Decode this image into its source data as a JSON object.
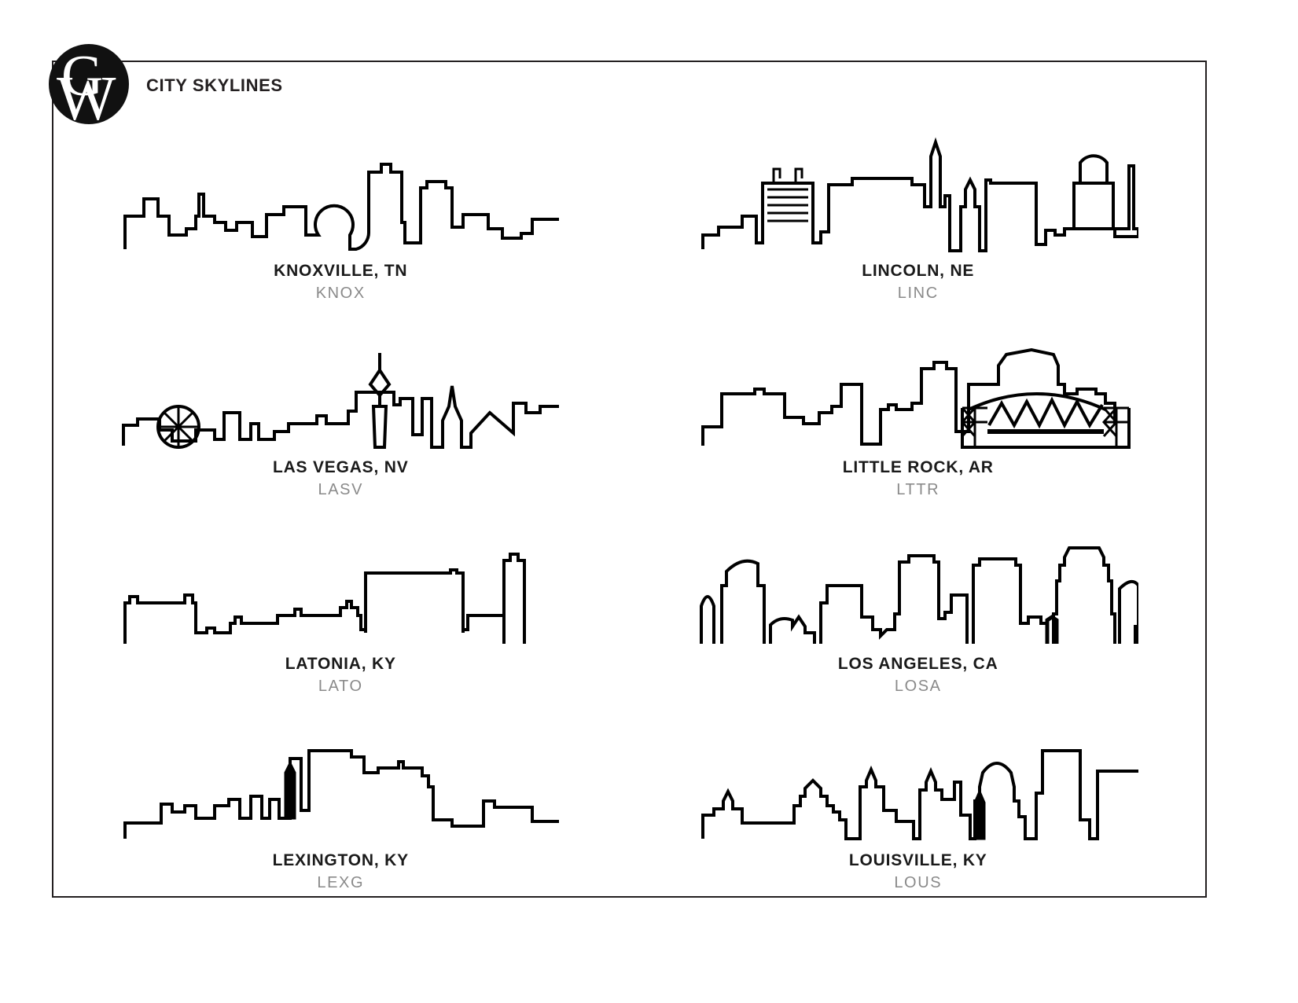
{
  "document": {
    "title": "CITY SKYLINES",
    "logo_text": "GW",
    "logo_letter_primary": "G",
    "logo_letter_secondary": "W",
    "frame_color": "#231f20",
    "background_color": "#ffffff",
    "line_color": "#000000",
    "city_label_color": "#1a1a1a",
    "code_label_color": "#8a8a8a"
  },
  "skylines": [
    {
      "city": "KNOXVILLE, TN",
      "code": "KNOX",
      "icon": "knoxville-skyline-icon"
    },
    {
      "city": "LINCOLN, NE",
      "code": "LINC",
      "icon": "lincoln-skyline-icon"
    },
    {
      "city": "LAS VEGAS, NV",
      "code": "LASV",
      "icon": "las-vegas-skyline-icon"
    },
    {
      "city": "LITTLE ROCK, AR",
      "code": "LTTR",
      "icon": "little-rock-skyline-icon"
    },
    {
      "city": "LATONIA, KY",
      "code": "LATO",
      "icon": "latonia-skyline-icon"
    },
    {
      "city": "LOS ANGELES, CA",
      "code": "LOSA",
      "icon": "los-angeles-skyline-icon"
    },
    {
      "city": "LEXINGTON, KY",
      "code": "LEXG",
      "icon": "lexington-skyline-icon"
    },
    {
      "city": "LOUISVILLE, KY",
      "code": "LOUS",
      "icon": "louisville-skyline-icon"
    }
  ]
}
